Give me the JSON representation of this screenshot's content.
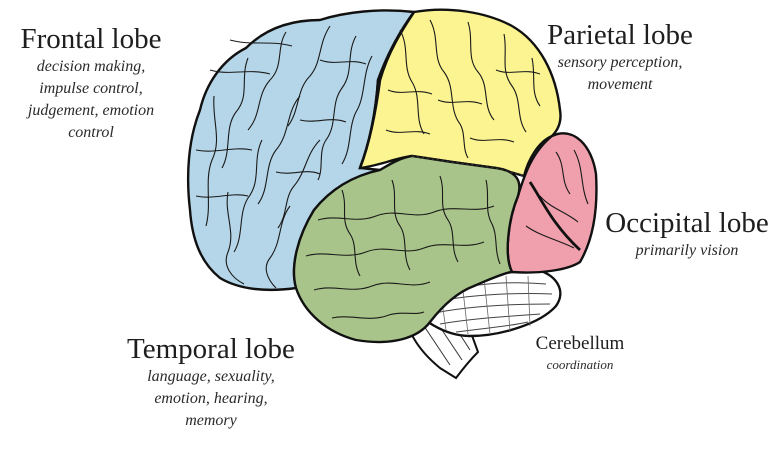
{
  "colors": {
    "frontal": "#b5d6e8",
    "parietal": "#fbf490",
    "temporal": "#a9c48a",
    "occipital": "#f0a0ad",
    "cerebellum": "#ffffff",
    "outline": "#111111",
    "sulcus": "#1a1a1a"
  },
  "lobes": {
    "frontal": {
      "title": "Frontal lobe",
      "desc": [
        "decision making,",
        "impulse control,",
        "judgement, emotion",
        "control"
      ]
    },
    "parietal": {
      "title": "Parietal lobe",
      "desc": [
        "sensory perception,",
        "movement"
      ]
    },
    "occipital": {
      "title": "Occipital lobe",
      "desc": [
        "primarily vision"
      ]
    },
    "temporal": {
      "title": "Temporal lobe",
      "desc": [
        "language, sexuality,",
        "emotion, hearing,",
        "memory"
      ]
    },
    "cerebellum": {
      "title": "Cerebellum",
      "desc": [
        "coordination"
      ]
    }
  }
}
